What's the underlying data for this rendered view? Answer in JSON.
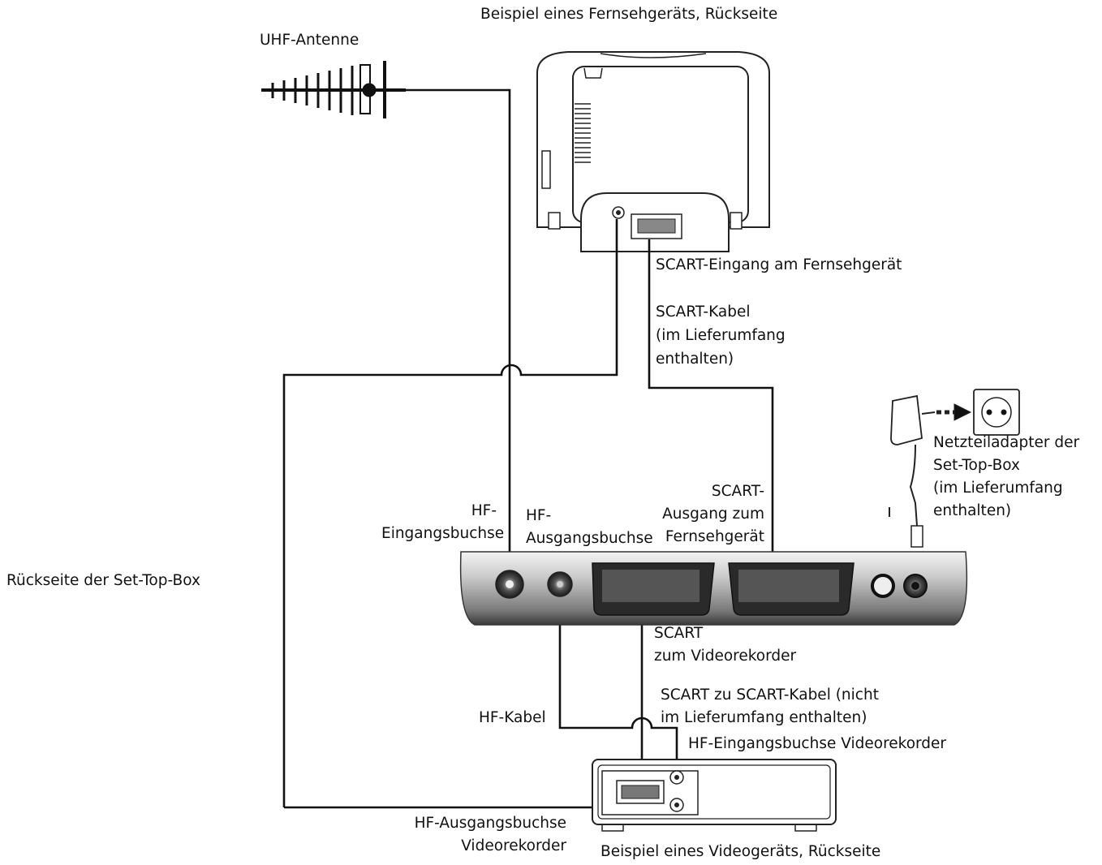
{
  "labels": {
    "tv_title": "Beispiel eines Fernsehgeräts, Rückseite",
    "uhf_antenna": "UHF-Antenne",
    "tv_scart_input": "SCART-Eingang am Fernsehgerät",
    "scart_cable": [
      "SCART-Kabel",
      "(im Lieferumfang",
      "enthalten)"
    ],
    "power_adapter": [
      "Netzteiladapter der",
      "Set-Top-Box",
      "(im Lieferumfang",
      "enthalten)"
    ],
    "hf_input": [
      "HF-",
      "Eingangsbuchse"
    ],
    "hf_output": [
      "HF-",
      "Ausgangsbuchse"
    ],
    "scart_out_tv": [
      "SCART-",
      "Ausgang zum",
      "Fernsehgerät"
    ],
    "stb_back": "Rückseite der Set-Top-Box",
    "scart_to_vcr": [
      "SCART",
      "zum Videorekorder"
    ],
    "scart_scart_cable": [
      "SCART zu SCART-Kabel (nicht",
      "im Lieferumfang enthalten)"
    ],
    "hf_cable": "HF-Kabel",
    "vcr_hf_input": "HF-Eingangsbuchse Videorekorder",
    "vcr_hf_output": [
      "HF-Ausgangsbuchse",
      "Videorekorder"
    ],
    "vcr_title": "Beispiel eines Videogeräts, Rückseite"
  },
  "icons": [
    "antenna-icon",
    "tv-back-icon",
    "set-top-box-icon",
    "vcr-back-icon",
    "power-adapter-icon",
    "wall-socket-icon"
  ]
}
